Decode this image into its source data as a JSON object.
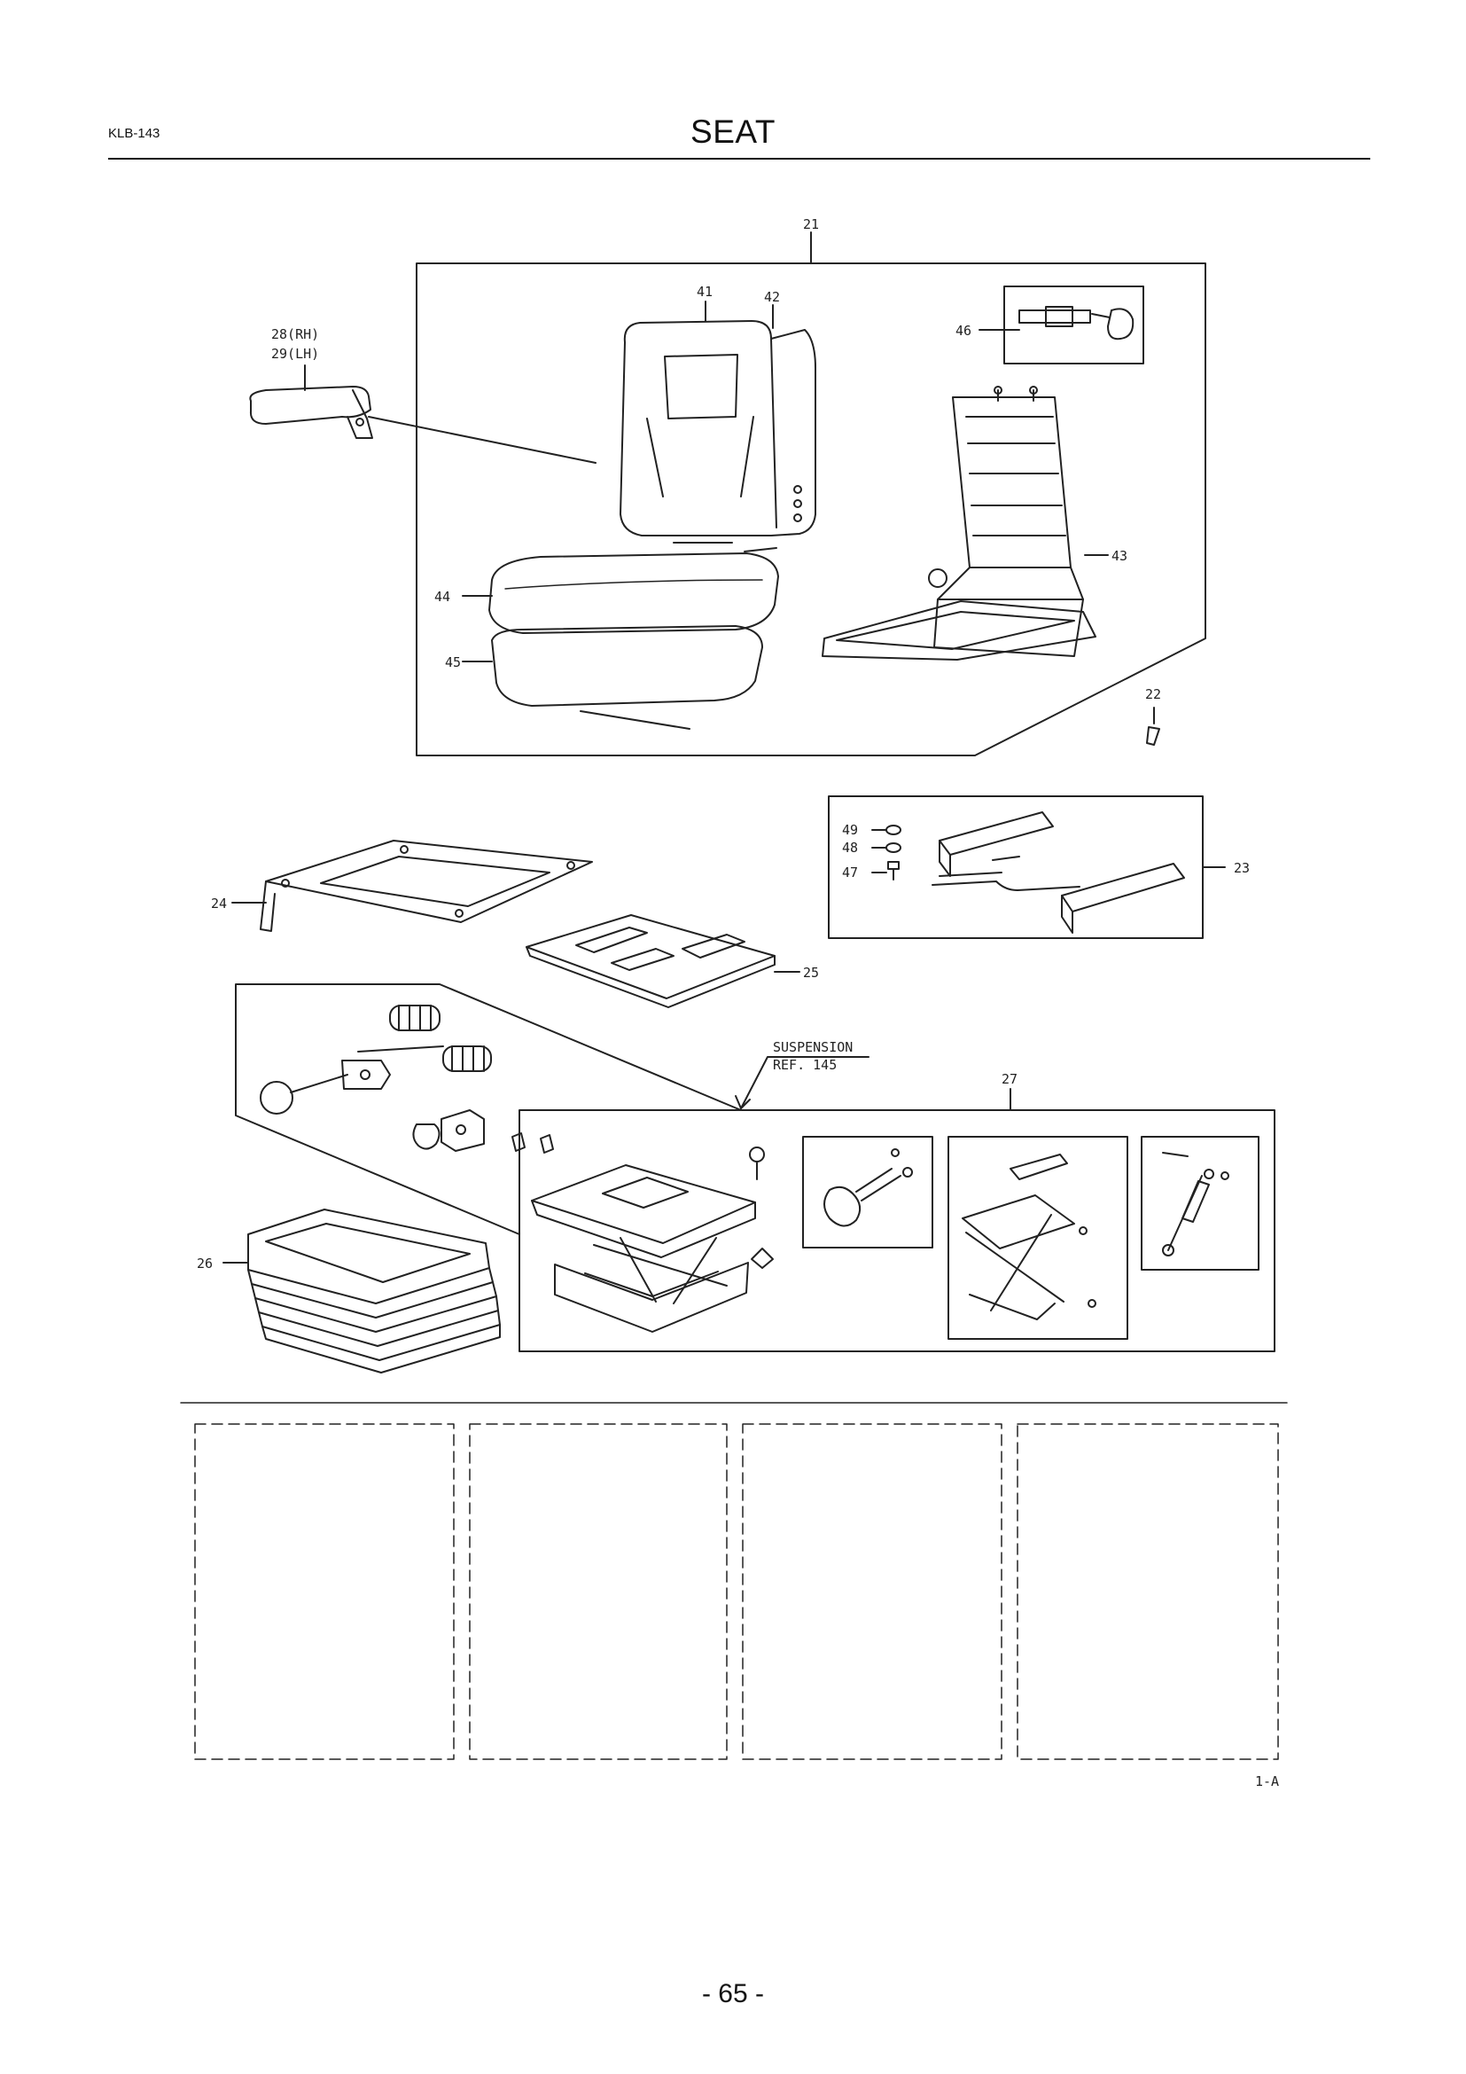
{
  "header": {
    "doc_code": "KLB-143",
    "title": "SEAT"
  },
  "callouts": {
    "c21": "21",
    "c22": "22",
    "c23": "23",
    "c24": "24",
    "c25": "25",
    "c26": "26",
    "c27": "27",
    "c28": "28(RH)",
    "c29": "29(LH)",
    "c41": "41",
    "c42": "42",
    "c43": "43",
    "c44": "44",
    "c45": "45",
    "c46": "46",
    "c47": "47",
    "c48": "48",
    "c49": "49"
  },
  "suspension_note": {
    "line1": "SUSPENSION",
    "line2": "REF. 145"
  },
  "figure_ref": "1-A",
  "footer": {
    "page_number": "- 65 -"
  }
}
